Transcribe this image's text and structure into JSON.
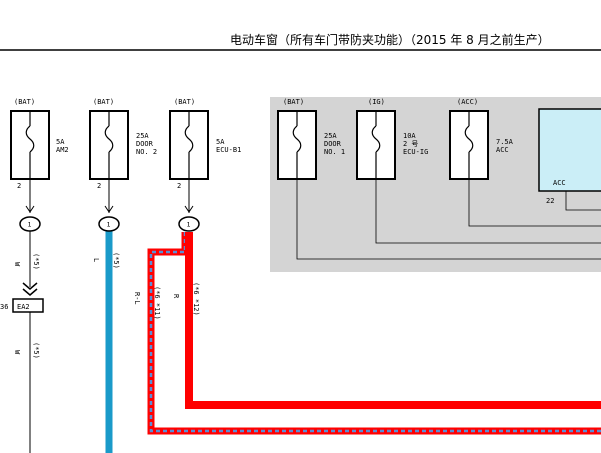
{
  "header": {
    "title": "电动车窗（所有车门带防夹功能）（2015 年 8 月之前生产）"
  },
  "fuses": [
    {
      "source": "(BAT)",
      "rating": "5A",
      "name_line1": "AM2",
      "name_line2": "",
      "pin": "2"
    },
    {
      "source": "(BAT)",
      "rating": "25A",
      "name_line1": "DOOR",
      "name_line2": "NO. 2",
      "pin": "2"
    },
    {
      "source": "(BAT)",
      "rating": "5A",
      "name_line1": "ECU-B1",
      "name_line2": "",
      "pin": "2"
    },
    {
      "source": "(BAT)",
      "rating": "25A",
      "name_line1": "DOOR",
      "name_line2": "NO. 1",
      "pin": ""
    },
    {
      "source": "(IG)",
      "rating": "10A",
      "name_line1": "2 号",
      "name_line2": "ECU-IG",
      "pin": ""
    },
    {
      "source": "(ACC)",
      "rating": "7.5A",
      "name_line1": "ACC",
      "name_line2": "",
      "pin": ""
    }
  ],
  "relay_box": {
    "label": "ACC",
    "pin": "22"
  },
  "connectors": [
    {
      "number": "1"
    },
    {
      "number": "1"
    },
    {
      "number": "1"
    }
  ],
  "wires": [
    {
      "color_code": "W",
      "note": "(*5)"
    },
    {
      "color_code": "L",
      "note": "(*5)"
    },
    {
      "color_code": "R-L",
      "note": "(*6 *11)"
    },
    {
      "color_code": "R",
      "note": "(*6 *12)"
    },
    {
      "color_code": "W",
      "note": "(*5)"
    }
  ],
  "junction": {
    "id": "36",
    "label": "EA2"
  },
  "colors": {
    "wire_blue": "#1a9ac9",
    "wire_red": "#ff0000",
    "wire_red_blue_stripe": "#5a8fd6",
    "panel_gray": "#d4d4d4",
    "relay_fill": "#cbeef7"
  }
}
